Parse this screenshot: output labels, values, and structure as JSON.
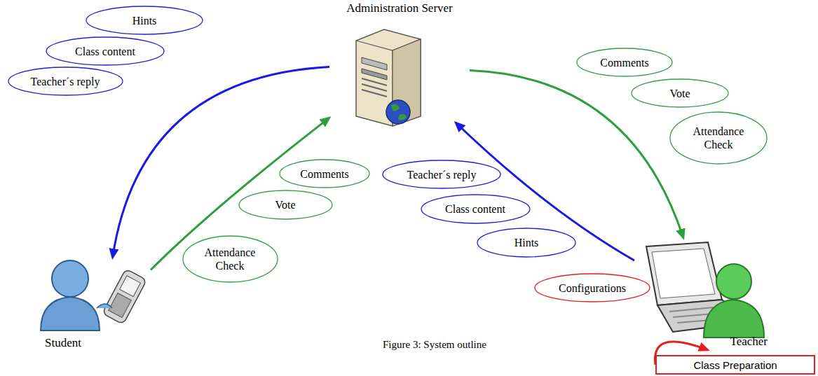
{
  "diagram": {
    "caption": "Figure 3: System outline",
    "nodes": [
      {
        "text": [
          "Administration Server"
        ]
      },
      {
        "text": [
          "Hints"
        ]
      },
      {
        "text": [
          "Class content"
        ]
      },
      {
        "text": [
          "Teacher´s reply"
        ]
      },
      {
        "text": [
          "Comments"
        ]
      },
      {
        "text": [
          "Vote"
        ]
      },
      {
        "text": [
          "Attendance Check"
        ]
      },
      {
        "text": [
          "Comments"
        ]
      },
      {
        "text": [
          "Vote"
        ]
      },
      {
        "text": [
          "Attendance Check"
        ]
      },
      {
        "text": [
          "Teacher´s reply"
        ]
      },
      {
        "text": [
          "Class content"
        ]
      },
      {
        "text": [
          "Hints"
        ]
      },
      {
        "text": [
          "Student"
        ]
      },
      {
        "text": [
          "Configurations"
        ]
      },
      {
        "text": [
          "Teacher"
        ]
      },
      {
        "text": [
          "Class Preparation"
        ]
      }
    ],
    "edges": [
      {
        "from": 0,
        "to": 13,
        "arrow": "to"
      },
      {
        "from": 13,
        "to": 0,
        "arrow": "to"
      },
      {
        "from": 0,
        "to": 15,
        "arrow": "to"
      },
      {
        "from": 15,
        "to": 0,
        "arrow": "to"
      },
      {
        "from": 16,
        "to": 15,
        "arrow": "to"
      }
    ]
  }
}
